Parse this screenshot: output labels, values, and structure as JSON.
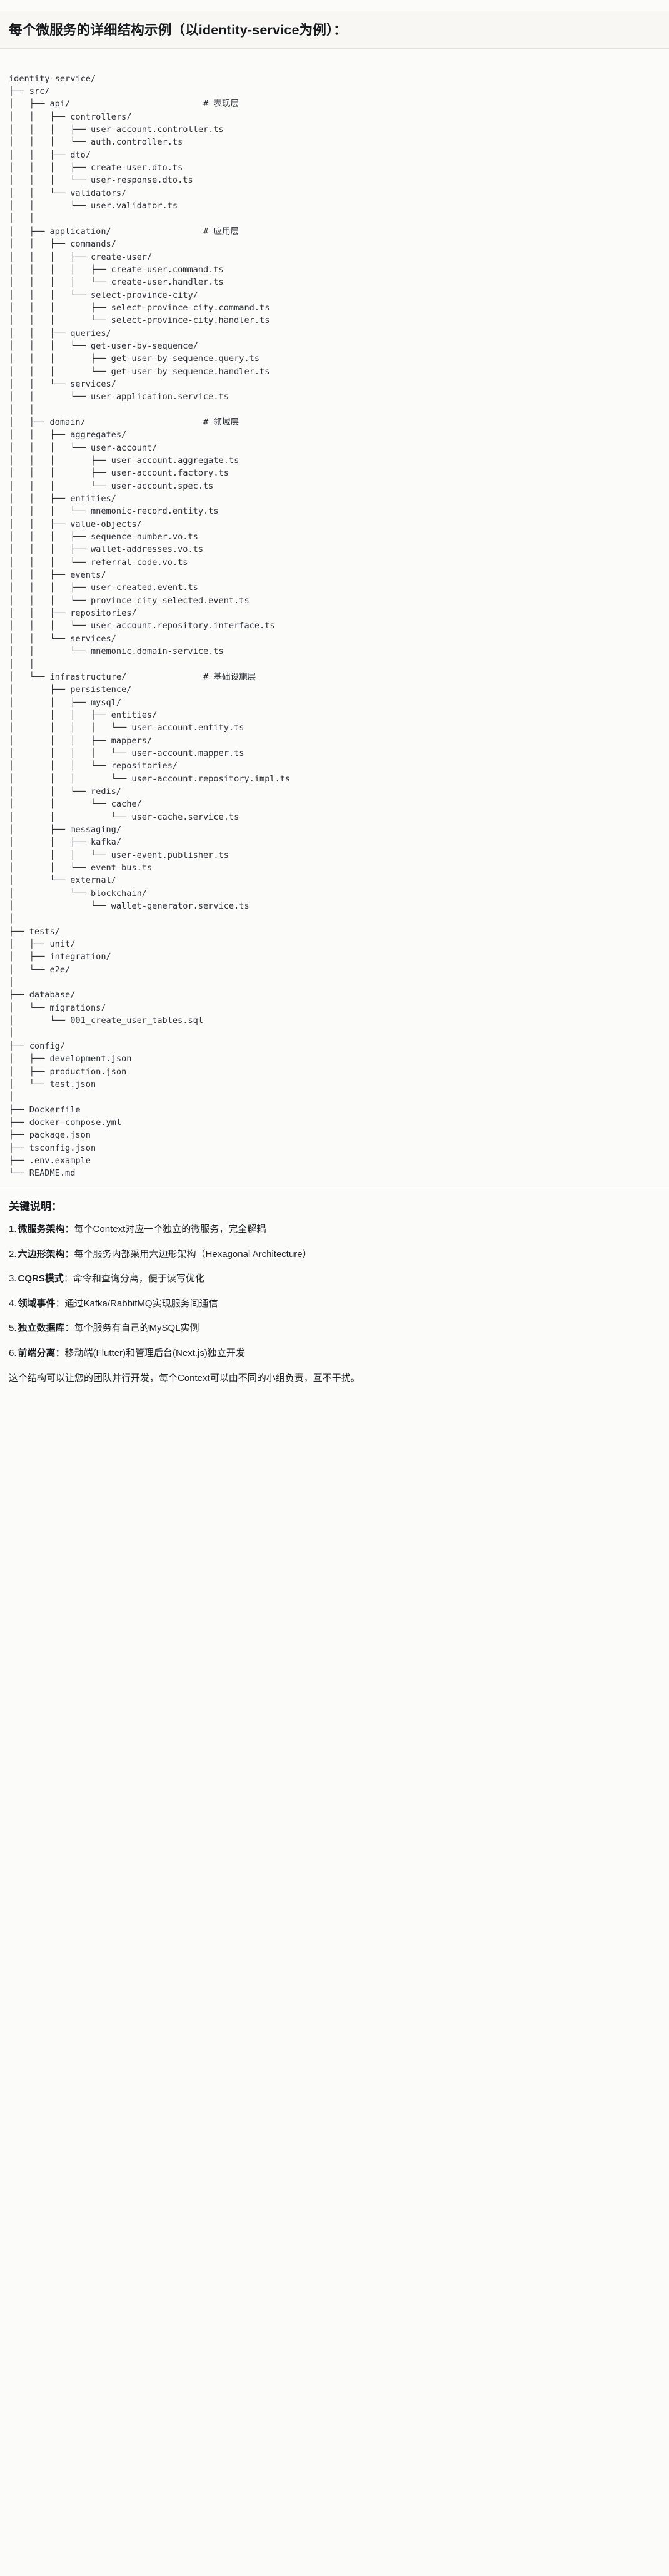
{
  "heading": "每个微服务的详细结构示例（以identity-service为例）：",
  "tree": {
    "root": "identity-service/",
    "lines": [
      "identity-service/",
      "├── src/",
      "│   ├── api/                          # 表现层",
      "│   │   ├── controllers/",
      "│   │   │   ├── user-account.controller.ts",
      "│   │   │   └── auth.controller.ts",
      "│   │   ├── dto/",
      "│   │   │   ├── create-user.dto.ts",
      "│   │   │   └── user-response.dto.ts",
      "│   │   └── validators/",
      "│   │       └── user.validator.ts",
      "│   │",
      "│   ├── application/                  # 应用层",
      "│   │   ├── commands/",
      "│   │   │   ├── create-user/",
      "│   │   │   │   ├── create-user.command.ts",
      "│   │   │   │   └── create-user.handler.ts",
      "│   │   │   └── select-province-city/",
      "│   │   │       ├── select-province-city.command.ts",
      "│   │   │       └── select-province-city.handler.ts",
      "│   │   ├── queries/",
      "│   │   │   └── get-user-by-sequence/",
      "│   │   │       ├── get-user-by-sequence.query.ts",
      "│   │   │       └── get-user-by-sequence.handler.ts",
      "│   │   └── services/",
      "│   │       └── user-application.service.ts",
      "│   │",
      "│   ├── domain/                       # 领域层",
      "│   │   ├── aggregates/",
      "│   │   │   └── user-account/",
      "│   │   │       ├── user-account.aggregate.ts",
      "│   │   │       ├── user-account.factory.ts",
      "│   │   │       └── user-account.spec.ts",
      "│   │   ├── entities/",
      "│   │   │   └── mnemonic-record.entity.ts",
      "│   │   ├── value-objects/",
      "│   │   │   ├── sequence-number.vo.ts",
      "│   │   │   ├── wallet-addresses.vo.ts",
      "│   │   │   └── referral-code.vo.ts",
      "│   │   ├── events/",
      "│   │   │   ├── user-created.event.ts",
      "│   │   │   └── province-city-selected.event.ts",
      "│   │   ├── repositories/",
      "│   │   │   └── user-account.repository.interface.ts",
      "│   │   └── services/",
      "│   │       └── mnemonic.domain-service.ts",
      "│   │",
      "│   └── infrastructure/               # 基础设施层",
      "│       ├── persistence/",
      "│       │   ├── mysql/",
      "│       │   │   ├── entities/",
      "│       │   │   │   └── user-account.entity.ts",
      "│       │   │   ├── mappers/",
      "│       │   │   │   └── user-account.mapper.ts",
      "│       │   │   └── repositories/",
      "│       │   │       └── user-account.repository.impl.ts",
      "│       │   └── redis/",
      "│       │       └── cache/",
      "│       │           └── user-cache.service.ts",
      "│       ├── messaging/",
      "│       │   ├── kafka/",
      "│       │   │   └── user-event.publisher.ts",
      "│       │   └── event-bus.ts",
      "│       └── external/",
      "│           └── blockchain/",
      "│               └── wallet-generator.service.ts",
      "│",
      "├── tests/",
      "│   ├── unit/",
      "│   ├── integration/",
      "│   └── e2e/",
      "│",
      "├── database/",
      "│   └── migrations/",
      "│       └── 001_create_user_tables.sql",
      "│",
      "├── config/",
      "│   ├── development.json",
      "│   ├── production.json",
      "│   └── test.json",
      "│",
      "├── Dockerfile",
      "├── docker-compose.yml",
      "├── package.json",
      "├── tsconfig.json",
      "├── .env.example",
      "└── README.md"
    ],
    "layer_comments": [
      {
        "path": "api/",
        "comment": "# 表现层"
      },
      {
        "path": "application/",
        "comment": "# 应用层"
      },
      {
        "path": "domain/",
        "comment": "# 领域层"
      },
      {
        "path": "infrastructure/",
        "comment": "# 基础设施层"
      }
    ]
  },
  "notes": {
    "title": "关键说明：",
    "items": [
      {
        "num": "1.",
        "term": "微服务架构",
        "sep": "：",
        "text": "每个Context对应一个独立的微服务，完全解耦"
      },
      {
        "num": "2.",
        "term": "六边形架构",
        "sep": "：",
        "text": "每个服务内部采用六边形架构（Hexagonal Architecture）"
      },
      {
        "num": "3.",
        "term": "CQRS模式",
        "sep": "：",
        "text": "命令和查询分离，便于读写优化"
      },
      {
        "num": "4.",
        "term": "领域事件",
        "sep": "：",
        "text": "通过Kafka/RabbitMQ实现服务间通信"
      },
      {
        "num": "5.",
        "term": "独立数据库",
        "sep": "：",
        "text": "每个服务有自己的MySQL实例"
      },
      {
        "num": "6.",
        "term": "前端分离",
        "sep": "：",
        "text": "移动端(Flutter)和管理后台(Next.js)独立开发"
      }
    ],
    "footer": "这个结构可以让您的团队并行开发，每个Context可以由不同的小组负责，互不干扰。"
  }
}
